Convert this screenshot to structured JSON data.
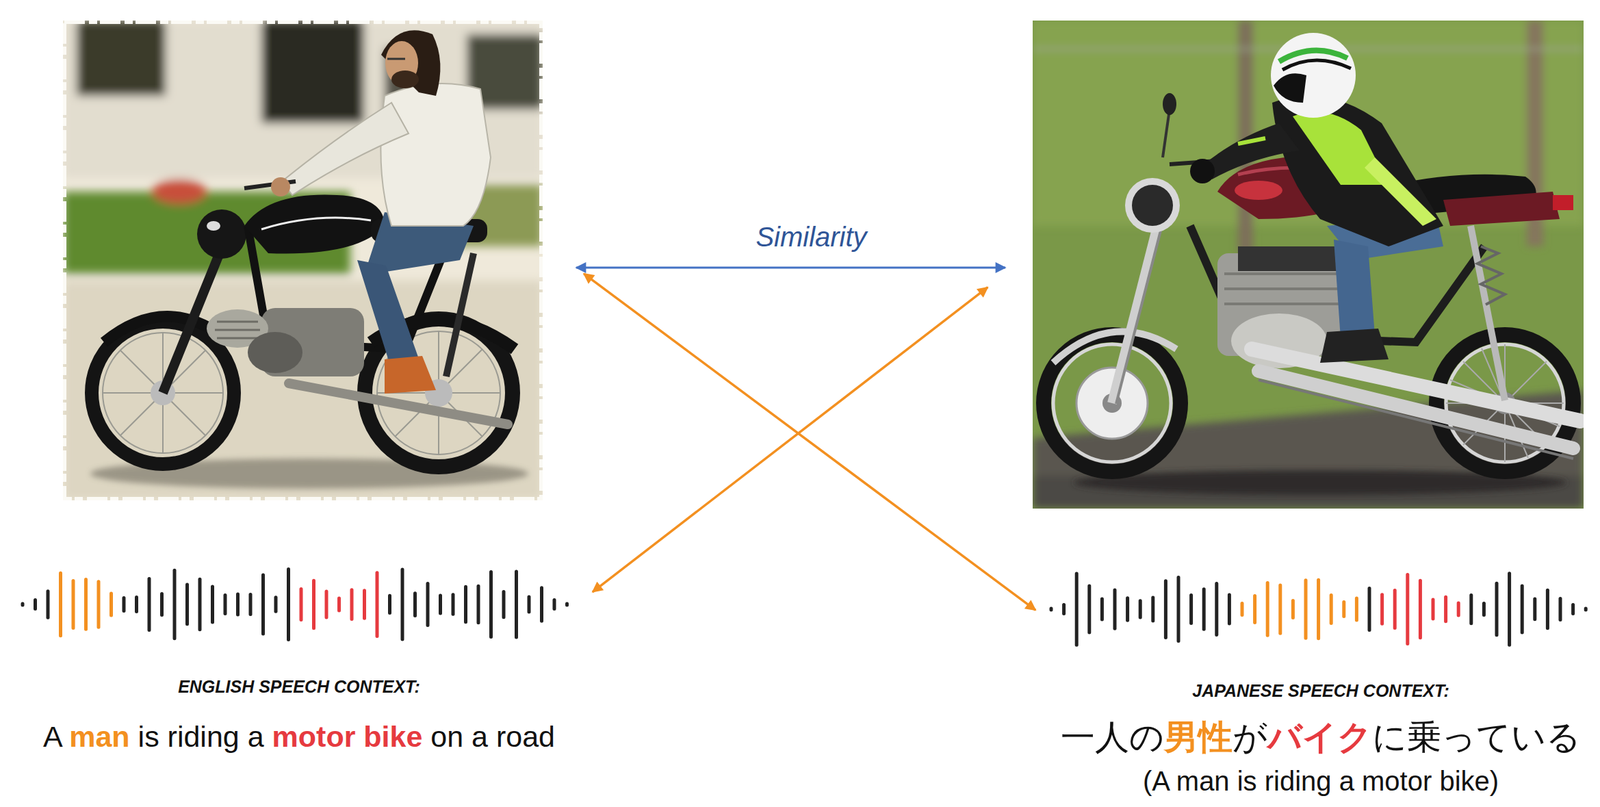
{
  "diagram": {
    "nodes": [
      {
        "text": []
      },
      {
        "text": []
      },
      {
        "text": [
          "ENGLISH SPEECH CONTEXT:",
          "A man is riding a motor bike on a road"
        ]
      },
      {
        "text": [
          "JAPANESE SPEECH CONTEXT:",
          "一人の男性がバイクに乗っている",
          "(A man is riding a motor bike)"
        ]
      }
    ],
    "edges": [
      {
        "from": 0,
        "to": 1,
        "label": "Similarity",
        "arrow": "both"
      },
      {
        "from": 0,
        "to": 3,
        "arrow": "both"
      },
      {
        "from": 1,
        "to": 2,
        "arrow": "both"
      }
    ]
  }
}
